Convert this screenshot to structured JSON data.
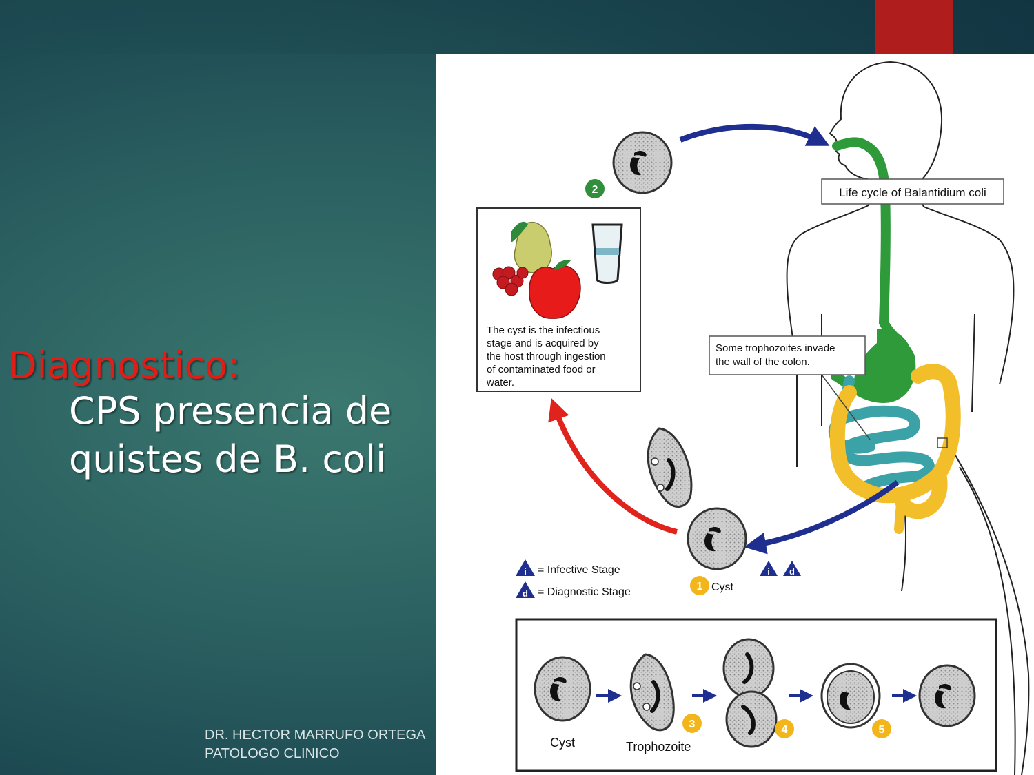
{
  "slide": {
    "heading": "Diagnostico:",
    "body_lines": [
      "CPS presencia de",
      "quistes de B. coli"
    ],
    "footer_lines": [
      "DR. HECTOR MARRUFO ORTEGA",
      "PATOLOGO CLINICO"
    ],
    "colors": {
      "heading": "#e01e17",
      "body": "#ffffff",
      "accent_tab": "#b01d1d"
    }
  },
  "diagram": {
    "title": "Life cycle of Balantidium coli",
    "ingestion_text": [
      "The cyst is the infectious",
      "stage and is acquired by",
      "the host through ingestion",
      "of contaminated food or",
      "water."
    ],
    "invade_text": [
      "Some trophozoites invade",
      "the wall of the colon."
    ],
    "legend": {
      "infective_symbol": "i",
      "diagnostic_symbol": "d",
      "infective": "= Infective Stage",
      "diagnostic": "= Diagnostic Stage"
    },
    "step_numbers": [
      "1",
      "2",
      "3",
      "4",
      "5"
    ],
    "cyst_label": "Cyst",
    "stage_cyst": "Cyst",
    "stage_trophozoite": "Trophozoite",
    "colors": {
      "arrow_blue": "#1f2f8f",
      "arrow_red": "#e0231c",
      "gut_green": "#2e9a3a",
      "colon_yellow": "#f2be2a",
      "intestine_teal": "#3ba3a8",
      "step_yellow": "#f2b61b",
      "step_green": "#2f8f3a",
      "legend_blue": "#1f2f8f"
    }
  }
}
